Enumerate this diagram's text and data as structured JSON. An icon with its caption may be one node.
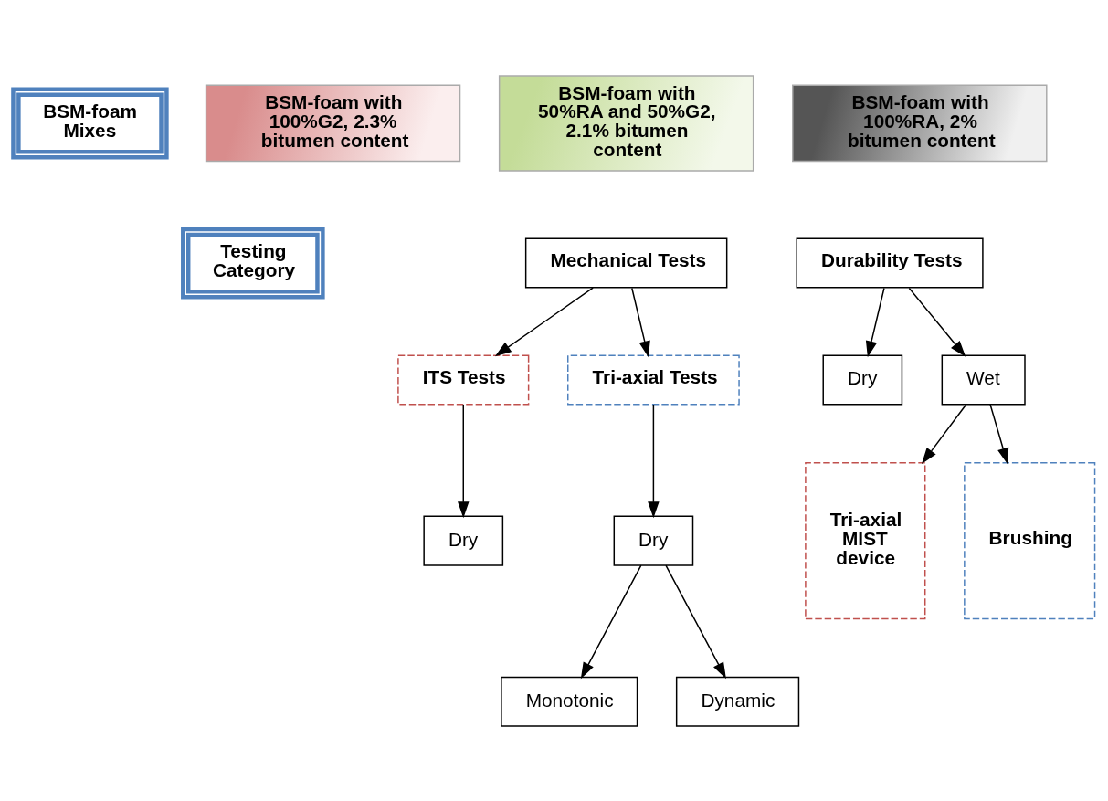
{
  "diagram": {
    "nodes": [
      {
        "text": [
          "BSM-foam Mixes"
        ]
      },
      {
        "text": [
          "BSM-foam with 100%G2, 2.3% bitumen content"
        ]
      },
      {
        "text": [
          "BSM-foam with 50%RA and 50%G2, 2.1% bitumen content"
        ]
      },
      {
        "text": [
          "BSM-foam with 100%RA, 2% bitumen content"
        ]
      },
      {
        "text": [
          "Testing Category"
        ]
      },
      {
        "text": [
          "Mechanical Tests"
        ]
      },
      {
        "text": [
          "Durability Tests"
        ]
      },
      {
        "text": [
          "ITS Tests"
        ]
      },
      {
        "text": [
          "Tri-axial Tests"
        ]
      },
      {
        "text": [
          "Dry"
        ]
      },
      {
        "text": [
          "Wet"
        ]
      },
      {
        "text": [
          "Dry"
        ]
      },
      {
        "text": [
          "Dry"
        ]
      },
      {
        "text": [
          "Monotonic"
        ]
      },
      {
        "text": [
          "Dynamic"
        ]
      },
      {
        "text": [
          "Tri-axial MIST device"
        ]
      },
      {
        "text": [
          "Brushing"
        ]
      }
    ],
    "edges": [
      {
        "from": 5,
        "to": 7,
        "arrow": "to"
      },
      {
        "from": 5,
        "to": 8,
        "arrow": "to"
      },
      {
        "from": 6,
        "to": 9,
        "arrow": "to"
      },
      {
        "from": 6,
        "to": 10,
        "arrow": "to"
      },
      {
        "from": 7,
        "to": 11,
        "arrow": "to"
      },
      {
        "from": 8,
        "to": 12,
        "arrow": "to"
      },
      {
        "from": 12,
        "to": 13,
        "arrow": "to"
      },
      {
        "from": 12,
        "to": 14,
        "arrow": "to"
      },
      {
        "from": 10,
        "to": 15,
        "arrow": "to"
      },
      {
        "from": 10,
        "to": 16,
        "arrow": "to"
      }
    ]
  }
}
